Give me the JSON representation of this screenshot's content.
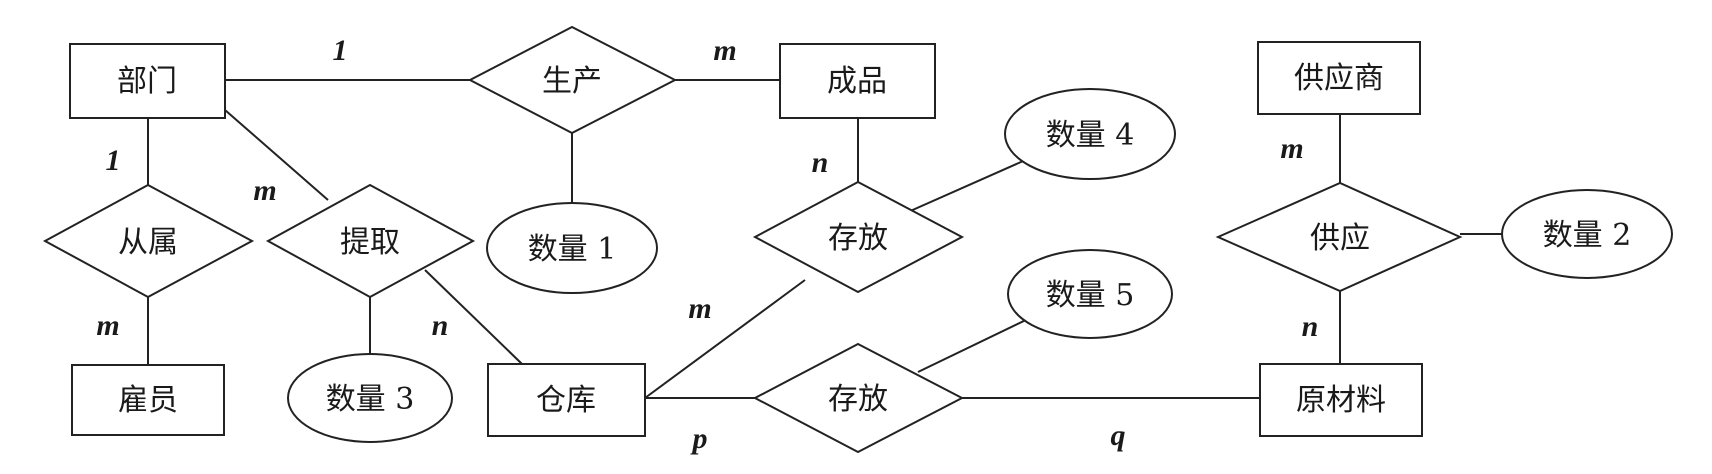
{
  "entities": {
    "department": "部门",
    "product": "成品",
    "supplier": "供应商",
    "employee": "雇员",
    "warehouse": "仓库",
    "raw_material": "原材料"
  },
  "relationships": {
    "produce": "生产",
    "belong": "从属",
    "extract": "提取",
    "store_product": "存放",
    "store_material": "存放",
    "supply": "供应"
  },
  "attributes": {
    "quantity1": "数量 1",
    "quantity2": "数量 2",
    "quantity3": "数量 3",
    "quantity4": "数量 4",
    "quantity5": "数量 5"
  },
  "cardinalities": {
    "dept_produce": "1",
    "produce_product": "m",
    "dept_belong": "1",
    "belong_employee": "m",
    "dept_extract": "m",
    "extract_warehouse": "n",
    "product_store": "n",
    "warehouse_store_product": "m",
    "warehouse_store_material": "p",
    "store_material_raw": "q",
    "supplier_supply": "m",
    "supply_raw": "n"
  }
}
